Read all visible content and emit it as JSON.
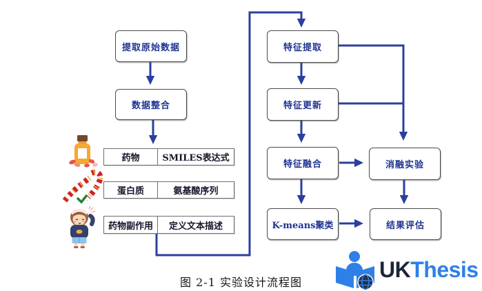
{
  "colors": {
    "line": "#2b3f9f",
    "box_text": "#1e3390",
    "box_border": "#4a4a4a",
    "table_border": "#6e6e6e",
    "table_text": "#16162c",
    "logo_blue": "#2e80e8",
    "logo_navy": "#1c2639",
    "caption": "#151515"
  },
  "flow": {
    "left_column": [
      {
        "label": "提取原始数据"
      },
      {
        "label": "数据整合"
      }
    ],
    "data_table": [
      {
        "key": "药物",
        "value": "SMILES表达式"
      },
      {
        "key": "蛋白质",
        "value": "氨基酸序列"
      },
      {
        "key": "药物副作用",
        "value": "定义文本描述"
      }
    ],
    "right_column": [
      {
        "label": "特征提取"
      },
      {
        "label": "特征更新"
      },
      {
        "label": "特征融合"
      },
      {
        "label": "K-means聚类"
      }
    ],
    "side_column": [
      {
        "label": "消融实验"
      },
      {
        "label": "结果评估"
      }
    ]
  },
  "icons": {
    "medicine_bottle": "medicine-bottle-icon",
    "protein_structure": "protein-structure-icon",
    "patient_child": "patient-child-icon",
    "logo_reader": "ukthesis-reader-globe-icon"
  },
  "caption": "图 2-1  实验设计流程图",
  "logo": {
    "uk": "UK",
    "thesis": "Thesis"
  }
}
